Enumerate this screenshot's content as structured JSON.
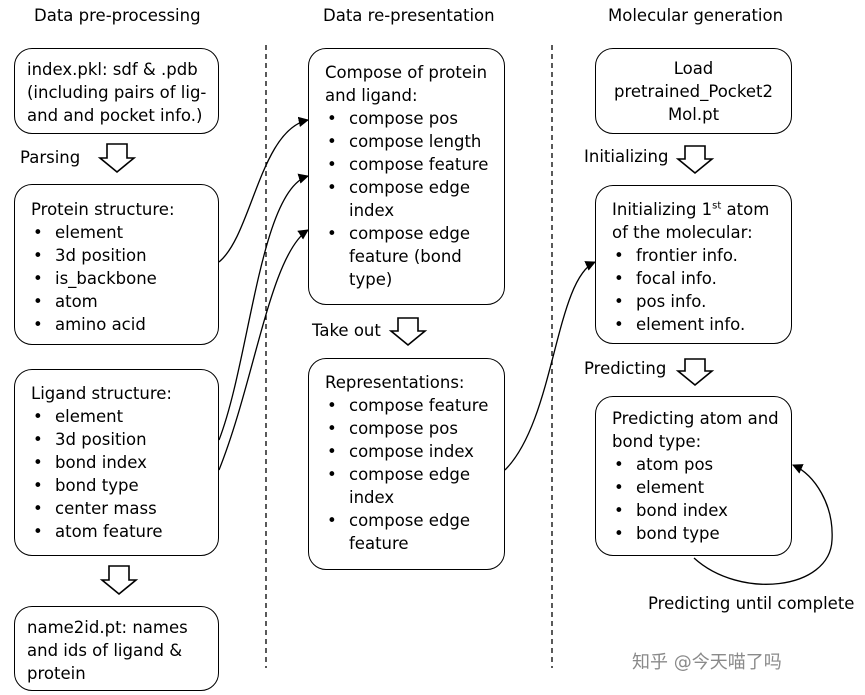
{
  "columns": {
    "preprocessing_title": "Data pre-processing",
    "representation_title": "Data re-presentation",
    "generation_title": "Molecular generation"
  },
  "preprocessing": {
    "index_box": {
      "text": "index.pkl: sdf & .pdb (including pairs of lig-and and pocket info.)"
    },
    "parsing_label": "Parsing",
    "protein_box": {
      "title": "Protein structure:",
      "items": [
        "element",
        "3d position",
        "is_backbone",
        "atom",
        "amino acid"
      ]
    },
    "ligand_box": {
      "title": "Ligand structure:",
      "items": [
        "element",
        "3d position",
        "bond index",
        "bond type",
        "center mass",
        "atom feature"
      ]
    },
    "name2id_box": {
      "text": "name2id.pt: names and ids of ligand & protein"
    }
  },
  "representation": {
    "compose_box": {
      "title": "Compose of protein and ligand:",
      "items": [
        "compose pos",
        "compose length",
        "compose feature",
        "compose edge index",
        "compose edge feature (bond type)"
      ]
    },
    "takeout_label": "Take out",
    "representations_box": {
      "title": "Representations:",
      "items": [
        "compose feature",
        "compose pos",
        "compose index",
        "compose edge index",
        "compose edge feature"
      ]
    }
  },
  "generation": {
    "load_box": {
      "line1": "Load",
      "line2": "pretrained_Pocket2",
      "line3": "Mol.pt"
    },
    "initializing_label": "Initializing",
    "init_box": {
      "title_pre": "Initializing 1",
      "title_sup": "st",
      "title_post": " atom of the molecular:",
      "items": [
        "frontier info.",
        "focal info.",
        "pos info.",
        "element info."
      ]
    },
    "predicting_label": "Predicting",
    "predict_box": {
      "title": "Predicting atom and bond type:",
      "items": [
        "atom pos",
        "element",
        "bond index",
        "bond type"
      ]
    },
    "loop_label": "Predicting until complete"
  },
  "watermark": "知乎 @今天喵了吗"
}
